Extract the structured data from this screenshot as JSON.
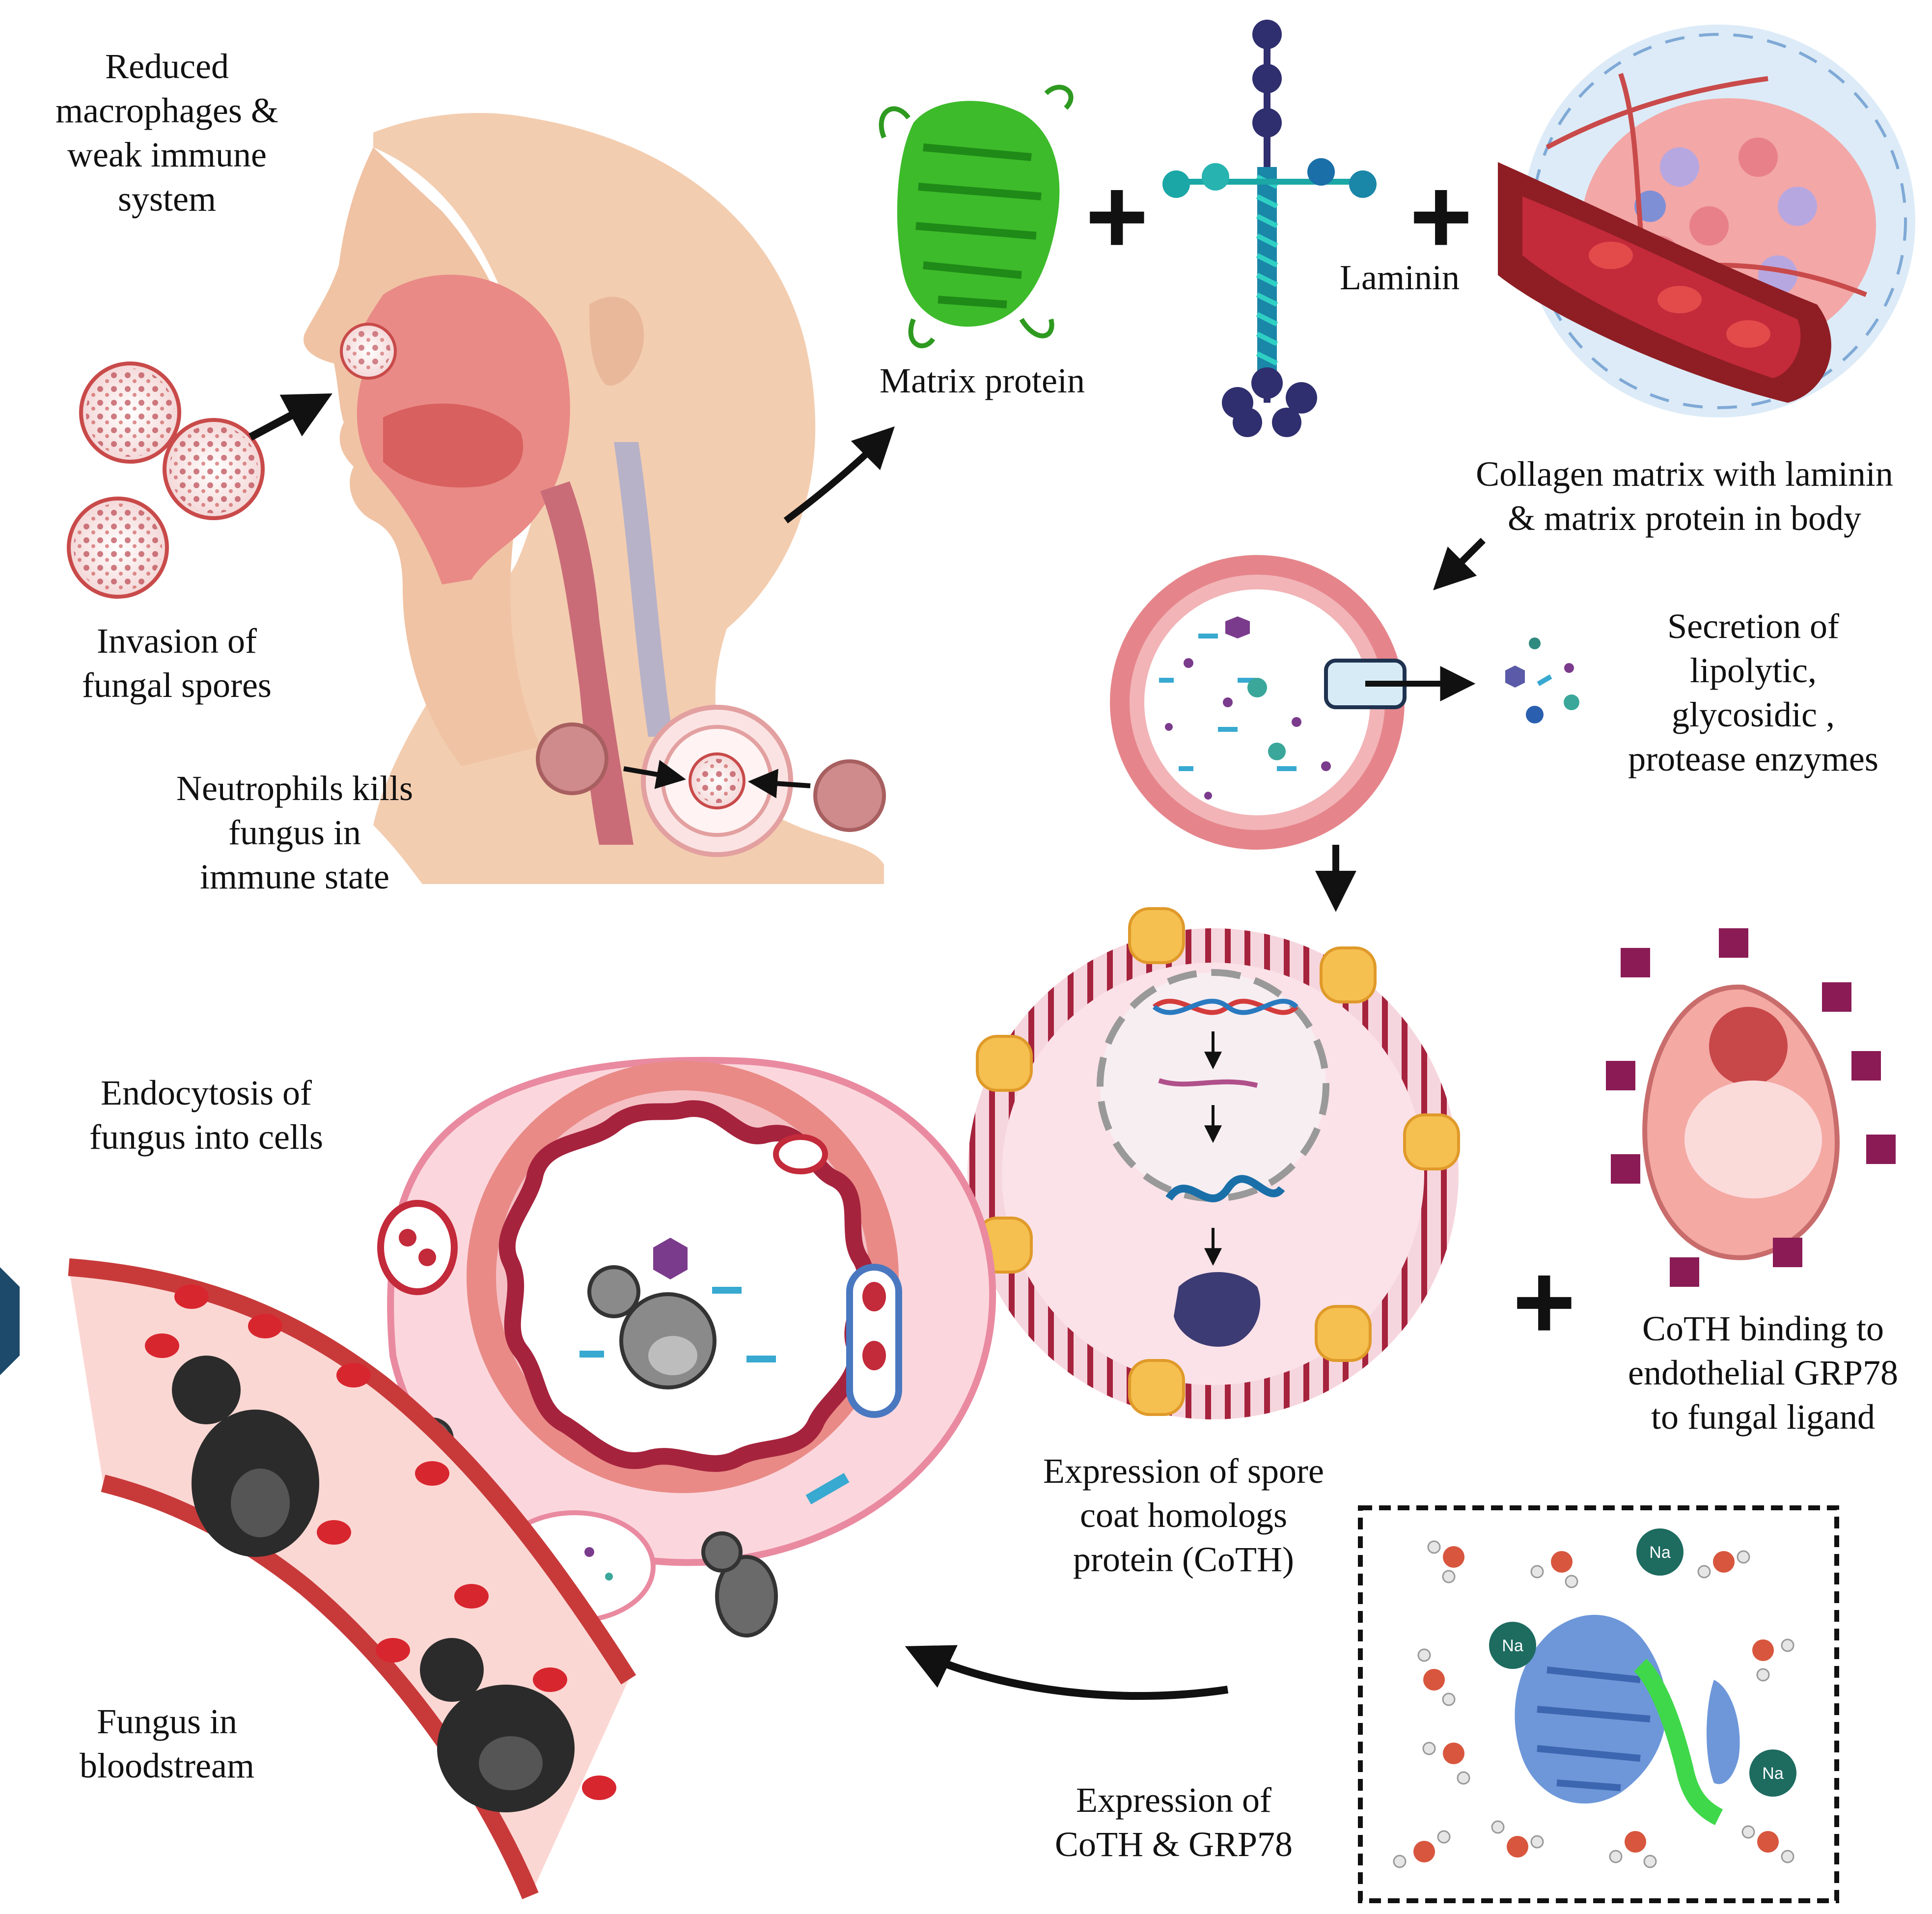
{
  "labels": {
    "reduced_macrophages": "Reduced\nmacrophages &\nweak immune\nsystem",
    "invasion": "Invasion of\nfungal spores",
    "neutrophils": "Neutrophils kills\nfungus in\nimmune state",
    "matrix_protein": "Matrix protein",
    "laminin": "Laminin",
    "collagen_matrix": "Collagen matrix with laminin\n& matrix protein in body",
    "secretion": "Secretion of\nlipolytic,\nglycosidic ,\nprotease enzymes",
    "endocytosis": "Endocytosis of\nfungus into cells",
    "fungus_blood": "Fungus in\nbloodstream",
    "coth_binding": "CoTH binding to\nendothelial GRP78\nto fungal ligand",
    "expression_spore": "Expression of spore\ncoat homologs\nprotein (CoTH)",
    "expression_coth": "Expression of\nCoTH & GRP78"
  },
  "plus_signs": [
    "+",
    "+",
    "+"
  ],
  "molecule_labels": {
    "sodium": "Na"
  },
  "colors": {
    "skin": "#f3cdb0",
    "tissue": "#e98a86",
    "blood_red": "#c32a3a",
    "vessel_wall": "#d86060",
    "matrix_green": "#3dbb2b",
    "laminin_navy": "#2f2e6e",
    "laminin_teal": "#1aa7a6",
    "membrane": "#a6233d",
    "channel_yellow": "#f5c04f",
    "fungus_dark": "#333333",
    "protein_blue": "#6d97d9",
    "sodium_teal": "#1e6b60",
    "oxygen_red": "#d8563e"
  }
}
